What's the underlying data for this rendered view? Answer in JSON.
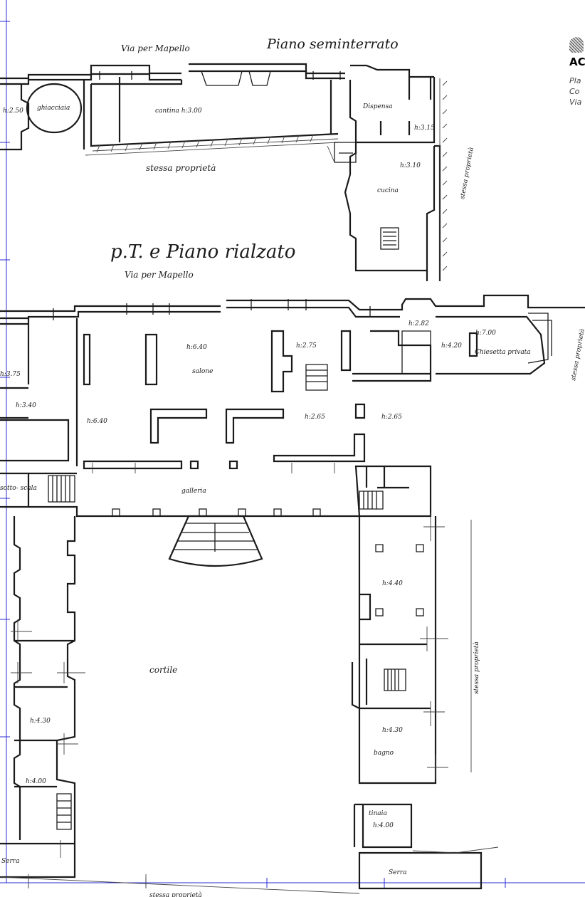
{
  "header": {
    "basement_street": "Via per Mapello",
    "basement_title": "Piano seminterrato",
    "ground_title": "p.T. e Piano rialzato",
    "ground_street": "Via per Mapello"
  },
  "sidebar": {
    "brand": "AC",
    "line1": "Pla",
    "line2": "Co",
    "line3": "Via"
  },
  "labels": {
    "stessa_proprieta_1": "stessa proprietà",
    "stessa_proprieta_2": "stessa proprietà",
    "stessa_proprieta_3": "stessa proprietà",
    "stessa_proprieta_4": "stessa proprietà",
    "stessa_proprieta_5": "stessa proprietà",
    "ghiacciaia": "ghiacciaia",
    "h250": "h:2.50",
    "cantina": "cantina h:3.00",
    "dispensa": "Dispensa",
    "h315": "h:3.15",
    "h310": "h:3.10",
    "cucina": "cucina",
    "h640a": "h:6.40",
    "salone": "salone",
    "h275": "h:2.75",
    "h282": "h:2.82",
    "h420": "h:4.20",
    "h700": "h:7.00",
    "chiesetta": "Chiesetta privata",
    "h375": "h:3.75",
    "h340": "h:3.40",
    "h640b": "h:6.40",
    "h265a": "h:2.65",
    "h265b": "h:2.65",
    "galleria": "galleria",
    "sottoscala": "sotto- scala",
    "cortile": "cortile",
    "h440": "h:4.40",
    "h430a": "h:4.30",
    "h430b": "h:4.30",
    "bagno": "bagno",
    "h400a": "h:4.00",
    "h400b": "h:4.00",
    "tinaia": "tinaia",
    "serra1": "Serra",
    "serra2": "Serra"
  }
}
